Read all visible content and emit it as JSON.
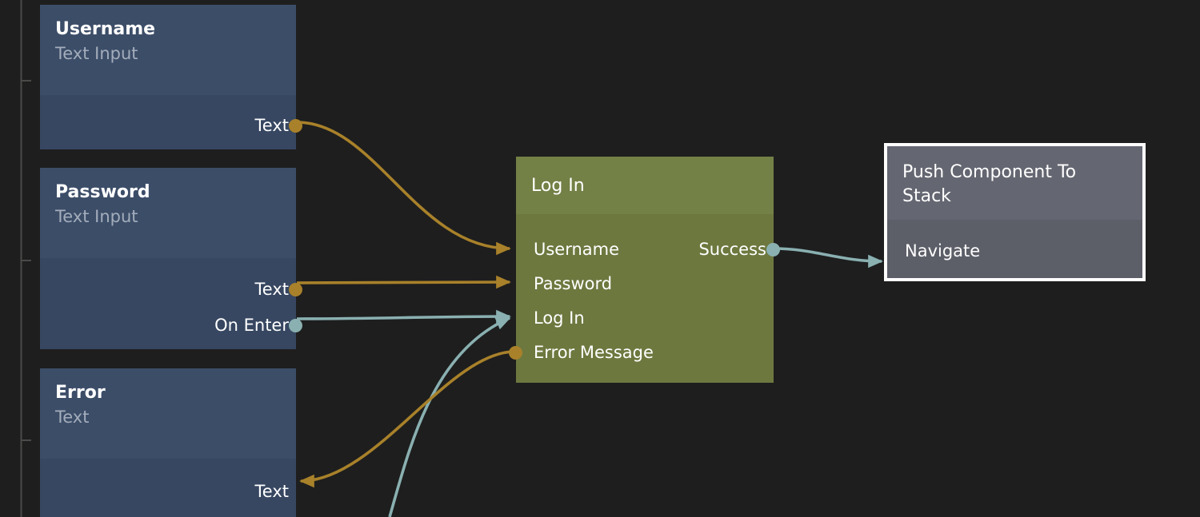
{
  "canvas": {
    "background": "#1e1e1e",
    "guide_color": "#4a4a48"
  },
  "palette": {
    "node_blue_header": "#3c4d68",
    "node_blue_body": "#374761",
    "node_olive_header": "#738046",
    "node_olive_body": "#6d783f",
    "node_gray_header": "#646671",
    "node_gray_body": "#5c5e68",
    "selection_border": "#ffffff",
    "wire_data": "#a8812a",
    "wire_event": "#7ea8a9",
    "label_text": "#ffffff",
    "subtitle_text": "#a3adbb"
  },
  "nodes": [
    {
      "id": "username",
      "title": "Username",
      "subtitle": "Text Input",
      "selected": false,
      "outputs": [
        {
          "label": "Text",
          "type": "data"
        }
      ],
      "inputs": []
    },
    {
      "id": "password",
      "title": "Password",
      "subtitle": "Text Input",
      "selected": false,
      "outputs": [
        {
          "label": "Text",
          "type": "data"
        },
        {
          "label": "On Enter",
          "type": "event"
        }
      ],
      "inputs": []
    },
    {
      "id": "error",
      "title": "Error",
      "subtitle": "Text",
      "selected": false,
      "outputs": [],
      "inputs": [
        {
          "label": "Text",
          "type": "data"
        }
      ]
    },
    {
      "id": "login",
      "title": "Log In",
      "subtitle": "",
      "selected": false,
      "inputs": [
        {
          "label": "Username",
          "type": "data"
        },
        {
          "label": "Password",
          "type": "data"
        },
        {
          "label": "Log In",
          "type": "event"
        }
      ],
      "outputs": [
        {
          "label": "Success",
          "type": "event"
        },
        {
          "label": "Error Message",
          "type": "data"
        }
      ]
    },
    {
      "id": "push-component",
      "title": "Push Component To Stack",
      "subtitle": "",
      "selected": true,
      "inputs": [
        {
          "label": "Navigate",
          "type": "event"
        }
      ],
      "outputs": []
    }
  ],
  "connections": [
    {
      "from": "username.Text",
      "to": "login.Username",
      "type": "data"
    },
    {
      "from": "password.Text",
      "to": "login.Password",
      "type": "data"
    },
    {
      "from": "password.On Enter",
      "to": "login.Log In",
      "type": "event"
    },
    {
      "from": "offscreen",
      "to": "login.Log In",
      "type": "event"
    },
    {
      "from": "login.Error Message",
      "to": "error.Text",
      "type": "data"
    },
    {
      "from": "login.Success",
      "to": "push-component.Navigate",
      "type": "event"
    }
  ]
}
